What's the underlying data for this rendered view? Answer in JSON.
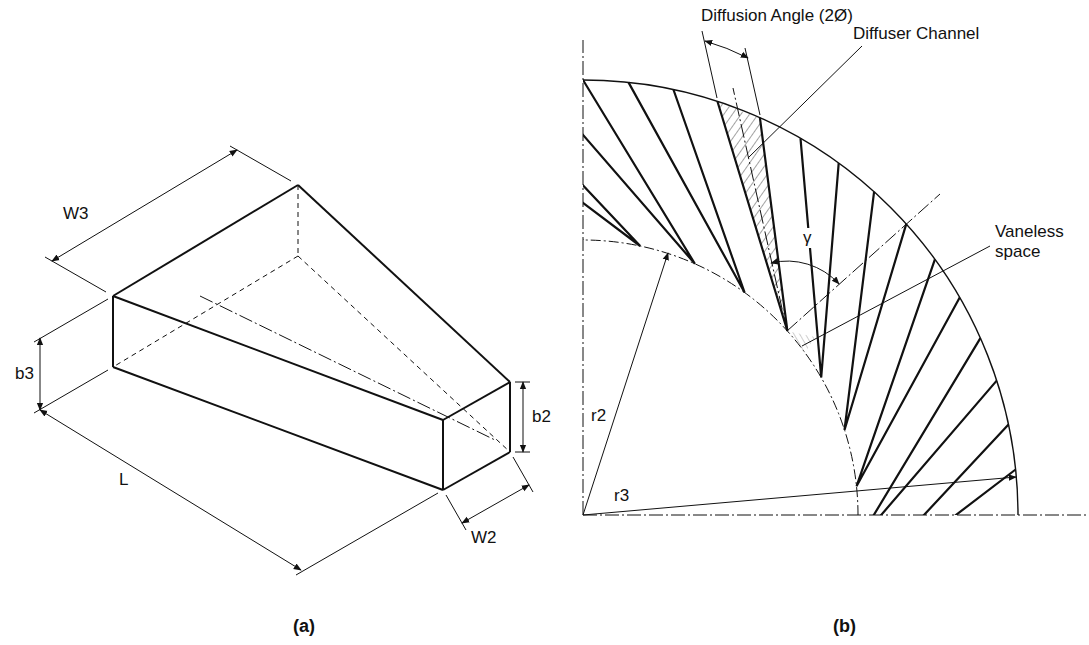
{
  "diagram": {
    "labels": [
      "W3",
      "b3",
      "L",
      "b2",
      "W2",
      "(a)",
      "Diffusion Angle (2Ø)",
      "Diffuser Channel",
      "γ",
      "Vaneless space",
      "r2",
      "r3",
      "(b)"
    ]
  }
}
